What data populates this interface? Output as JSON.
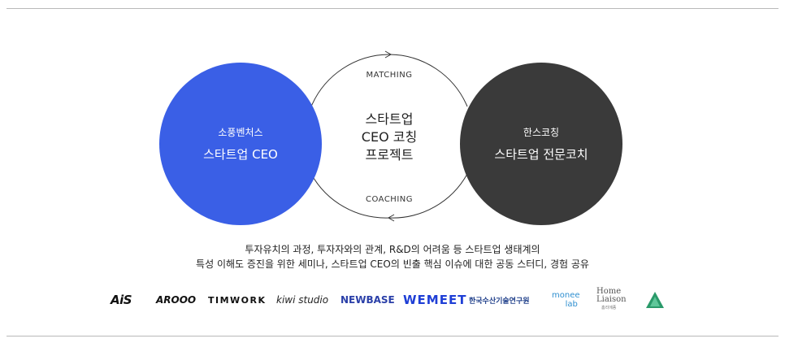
{
  "diagram": {
    "left_circle": {
      "sub": "소풍벤처스",
      "main": "스타트업 CEO",
      "color": "#3a5fe6"
    },
    "right_circle": {
      "sub": "한스코칭",
      "main": "스타트업 전문코치",
      "color": "#3a3a3a"
    },
    "center": {
      "line1": "스타트업",
      "line2": "CEO 코칭",
      "line3": "프로젝트"
    },
    "top_label": "MATCHING",
    "bottom_label": "COACHING"
  },
  "description": {
    "line1": "투자유치의 과정, 투자자와의 관계, R&D의 어려움 등 스타트업 생태계의",
    "line2": "특성 이해도 증진을 위한 세미나, 스타트업 CEO의 빈출 핵심 이슈에 대한 공동 스터디, 경험 공유"
  },
  "logos": {
    "ais": "AiS",
    "aroo": "AROOO",
    "timwork": "TIMWORK",
    "kiwi": "kiwi studio",
    "newbase": "NEWBASE",
    "wemeet": "WEMEET",
    "korea_inst": "한국수산기술연구원",
    "monee_1": "monee",
    "monee_2": "lab",
    "home_1": "Home",
    "home_2": "Liaison",
    "home_3": "홈리에종"
  }
}
